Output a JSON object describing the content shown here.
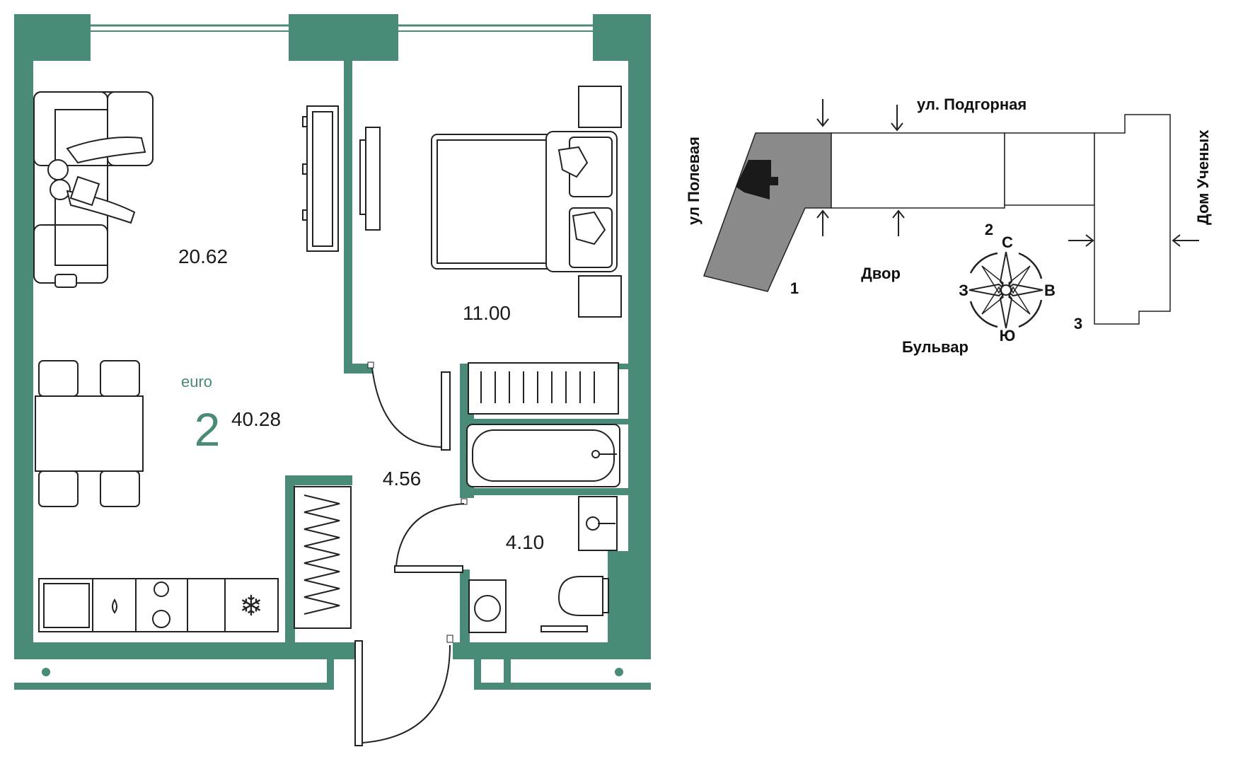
{
  "colors": {
    "wall": "#4a8a78",
    "accent": "#4a8a78",
    "building_fill": "#8a8a8a",
    "building_dark": "#1a1a1a"
  },
  "plan": {
    "type_label": "euro",
    "rooms_count": "2",
    "total_area": "40.28",
    "rooms": {
      "living": "20.62",
      "bedroom": "11.00",
      "hall": "4.56",
      "bathroom": "4.10"
    }
  },
  "site": {
    "street_top": "ул. Подгорная",
    "street_left": "ул Полевая",
    "street_right": "Дом Ученых",
    "courtyard": "Двор",
    "boulevard": "Бульвар",
    "markers": [
      "1",
      "2",
      "3"
    ],
    "compass": {
      "north": "С",
      "south": "Ю",
      "west": "З",
      "east": "В"
    },
    "compass_icon": "compass-rose-icon"
  }
}
